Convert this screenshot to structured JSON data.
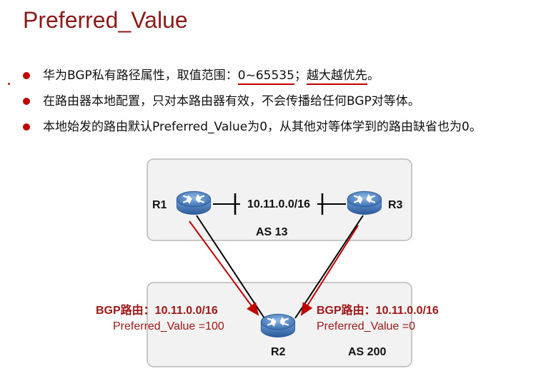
{
  "title": "Preferred_Value",
  "bullets": [
    {
      "text_a": "华为BGP私有路径属性，取值范围：",
      "text_range": "0~65535",
      "text_sep": "；",
      "text_emph": "越大越优先",
      "text_end": "。"
    },
    {
      "text": "在路由器本地配置，只对本路由器有效，不会传播给任何BGP对等体。"
    },
    {
      "text": "本地始发的路由默认Preferred_Value为0，从其他对等体学到的路由缺省也为0。"
    }
  ],
  "diagram": {
    "as_top_label": "AS 13",
    "as_bottom_label": "AS 200",
    "r1_label": "R1",
    "r2_label": "R2",
    "r3_label": "R3",
    "link_label": "10.11.0.0/16",
    "left_route": {
      "line1": "BGP路由：10.11.0.0/16",
      "line2": "Preferred_Value =100"
    },
    "right_route": {
      "line1": "BGP路由：10.11.0.0/16",
      "line2": "Preferred_Value =0"
    }
  },
  "colors": {
    "title": "#8b1a1a",
    "accent_red": "#c00000",
    "route_text": "#a01818",
    "router_blue": "#3a6fb5",
    "box_fill": "#f2f2f2",
    "box_stroke": "#b8b8b8"
  }
}
